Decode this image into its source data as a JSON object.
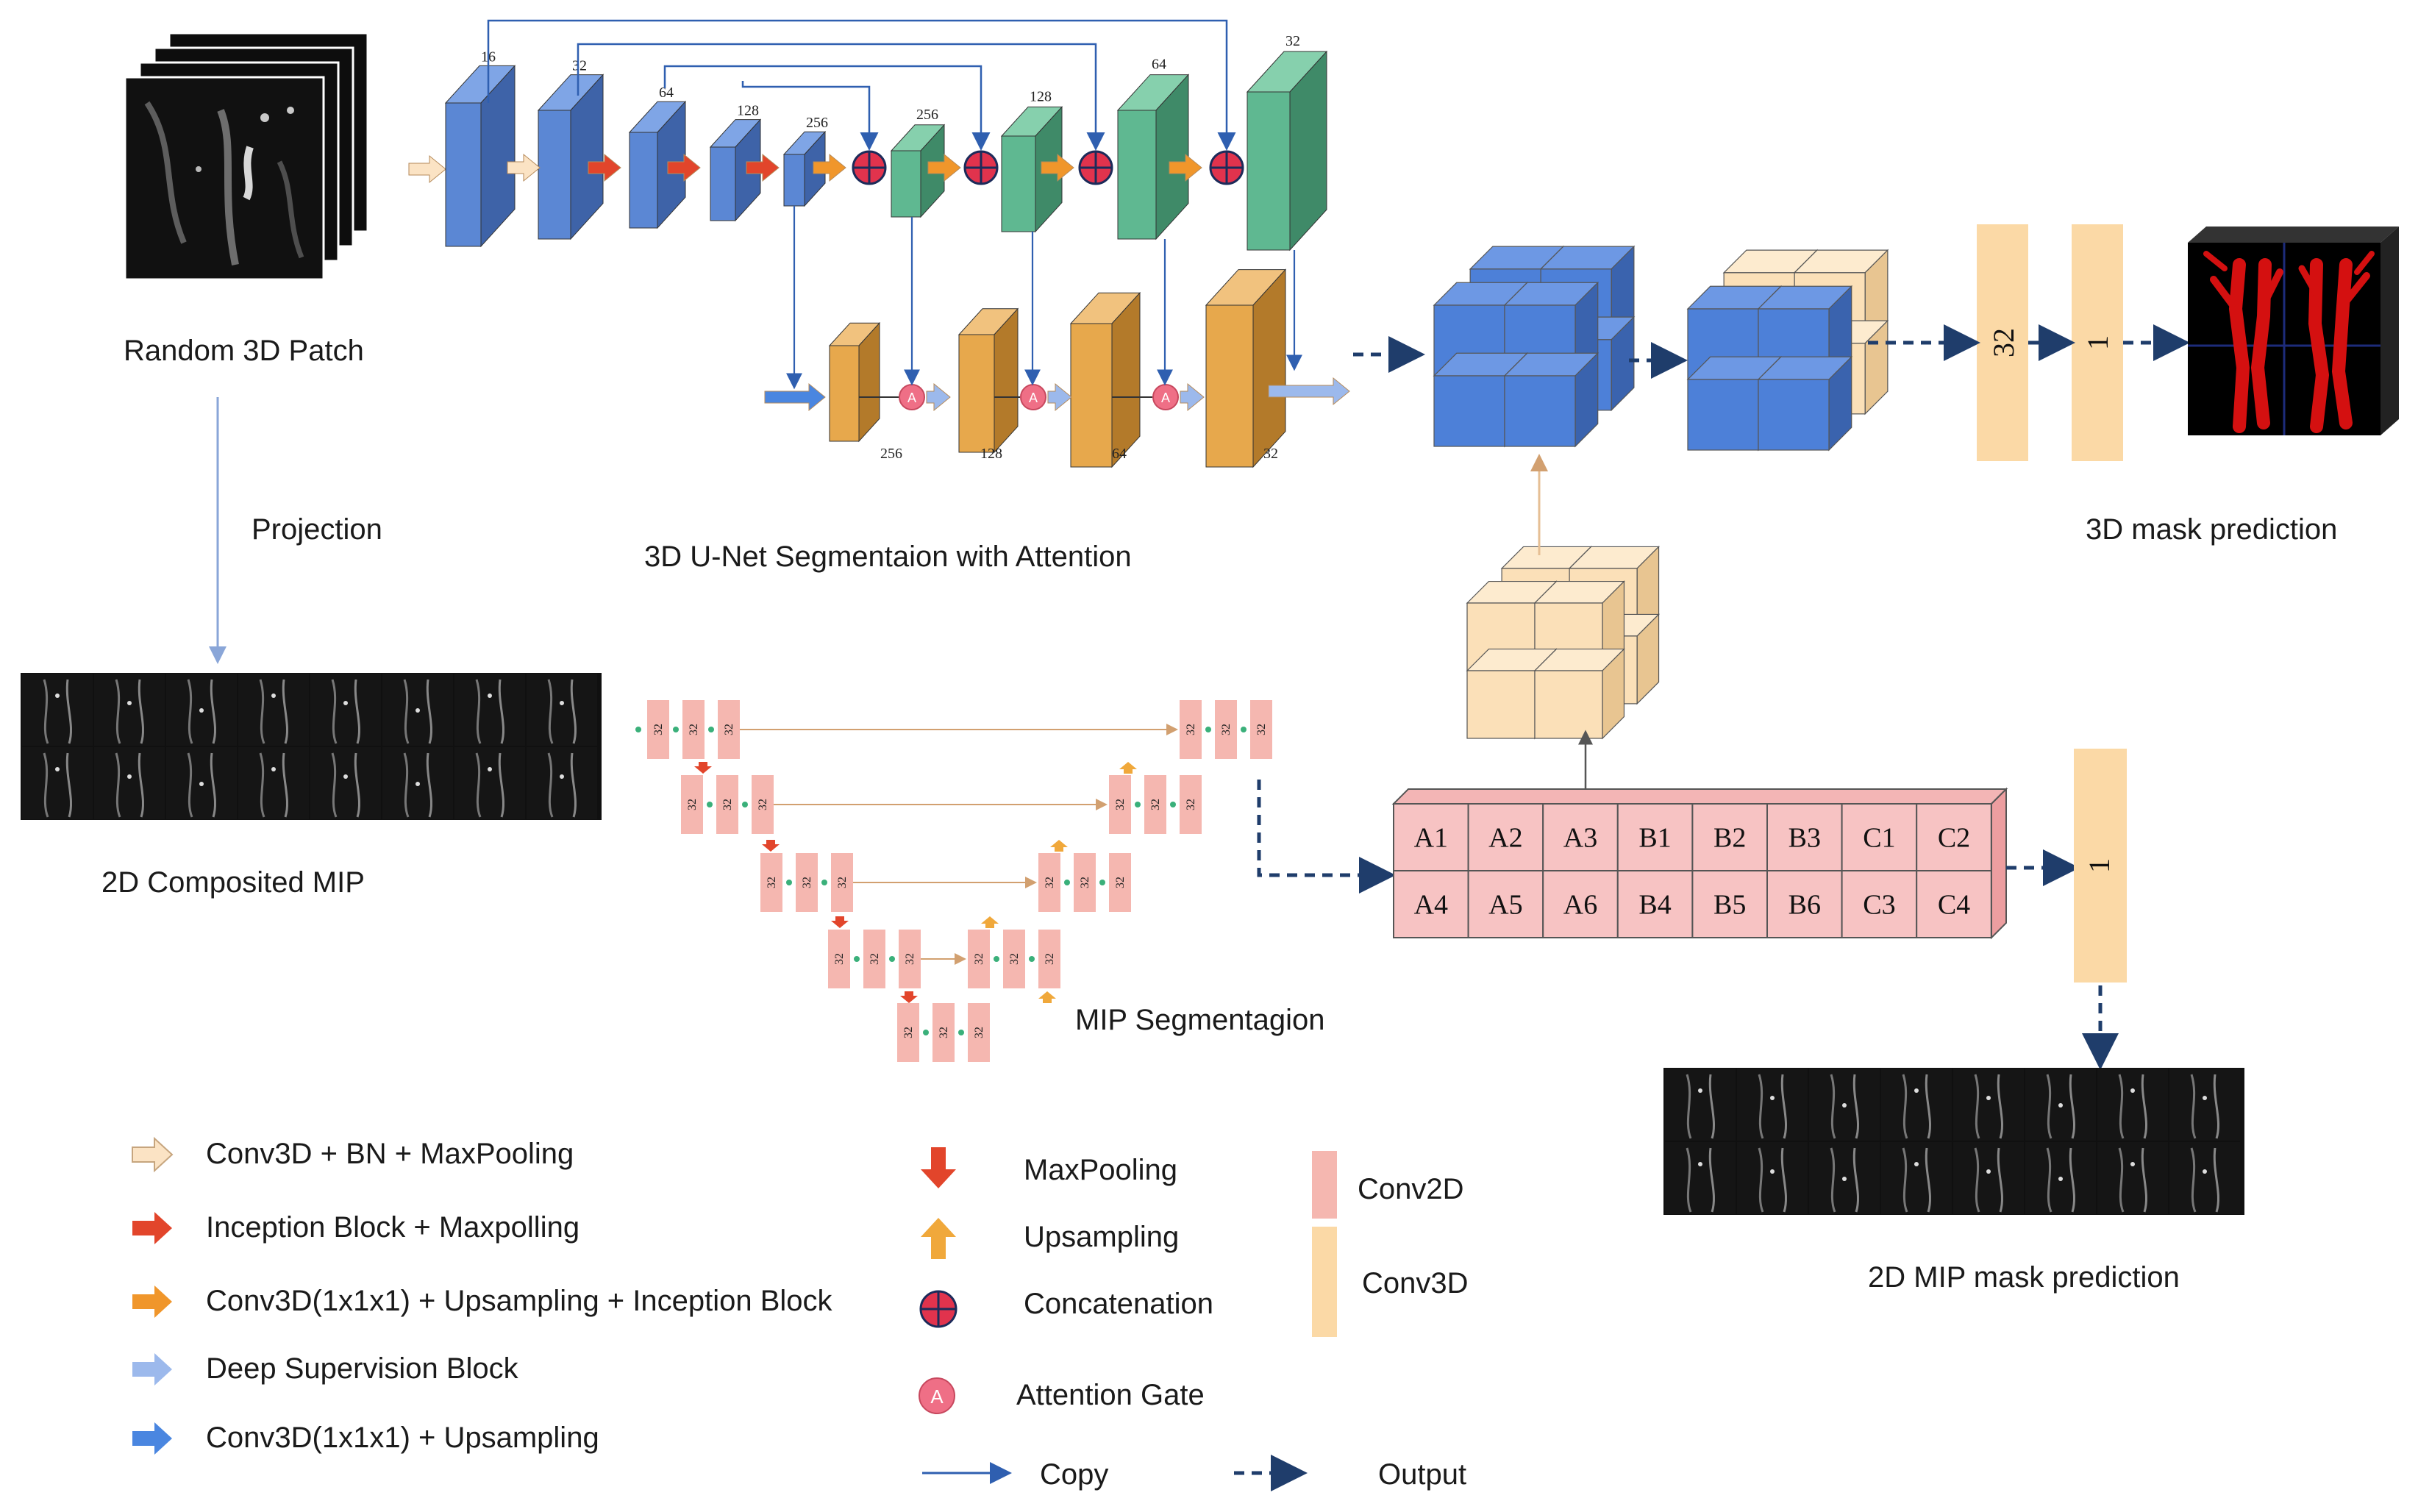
{
  "labels": {
    "random_patch": "Random 3D Patch",
    "projection": "Projection",
    "composited_mip": "2D Composited MIP",
    "unet_title": "3D U-Net Segmentaion with Attention",
    "mask3d": "3D mask prediction",
    "mip_seg": "MIP Segmentagion",
    "mip_mask": "2D MIP mask prediction"
  },
  "encoder_channels": [
    "16",
    "32",
    "64",
    "128",
    "256"
  ],
  "decoder_channels": [
    "256",
    "128",
    "64",
    "32"
  ],
  "supervision_channels": [
    "256",
    "128",
    "64",
    "32"
  ],
  "conv_labels": {
    "c32": "32",
    "c1": "1"
  },
  "mip_block_label": "32",
  "attention_symbol": "A",
  "grid_cells": [
    [
      "A1",
      "A2",
      "A3",
      "B1",
      "B2",
      "B3",
      "C1",
      "C2"
    ],
    [
      "A4",
      "A5",
      "A6",
      "B4",
      "B5",
      "B6",
      "C3",
      "C4"
    ]
  ],
  "legend": {
    "col1": [
      "Conv3D + BN + MaxPooling",
      "Inception Block + Maxpolling",
      "Conv3D(1x1x1) + Upsampling + Inception Block",
      "Deep Supervision Block",
      "Conv3D(1x1x1) + Upsampling"
    ],
    "col2": [
      "MaxPooling",
      "Upsampling",
      "Concatenation",
      "Attention Gate"
    ],
    "col3": [
      "Conv2D",
      "Conv3D"
    ],
    "copy": "Copy",
    "output": "Output"
  },
  "colors": {
    "blue": "#5b87d4",
    "blue_dark": "#3e63a8",
    "green": "#5fb891",
    "green_dark": "#3f8a68",
    "orange": "#e7a84c",
    "orange_dark": "#b37a2a",
    "beige": "#fbd9a6",
    "pink": "#f5b7b0",
    "pink_grid": "#f7c3c3",
    "red_arrow": "#e2452b",
    "orange_arrow": "#f0962b",
    "light_blue_arrow": "#9cb9ec",
    "concat_red": "#e1334d",
    "attention_pink": "#ef6f86",
    "navy": "#1f3d6b"
  }
}
